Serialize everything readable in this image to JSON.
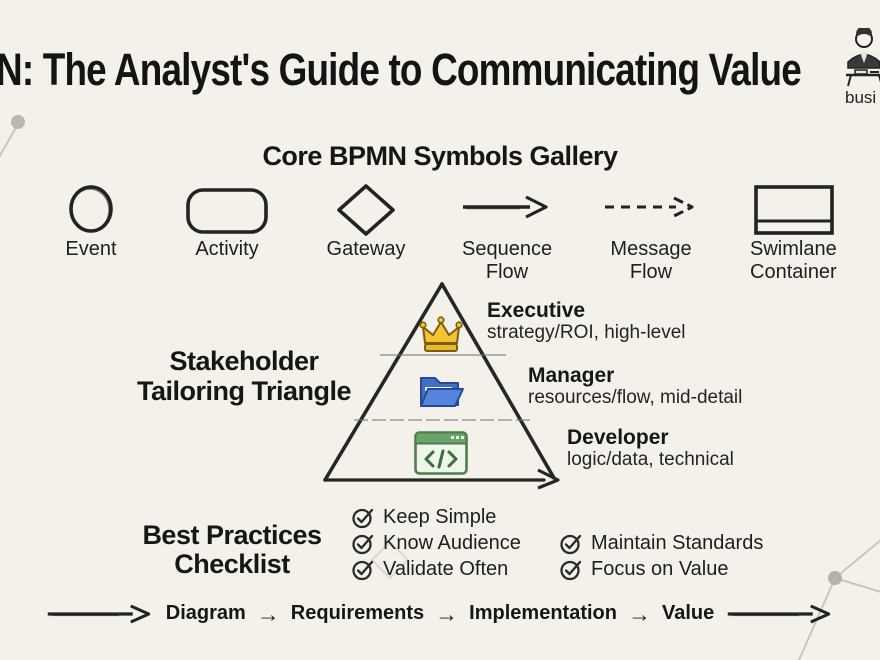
{
  "header": {
    "title": "N: The Analyst's Guide to Communicating Value",
    "corner_label": "busi"
  },
  "symbols_gallery": {
    "heading": "Core BPMN Symbols Gallery",
    "items": [
      {
        "label": "Event",
        "icon": "event-circle-icon"
      },
      {
        "label": "Activity",
        "icon": "activity-rounded-rect-icon"
      },
      {
        "label": "Gateway",
        "icon": "gateway-diamond-icon"
      },
      {
        "label": "Sequence Flow",
        "icon": "sequence-flow-arrow-icon"
      },
      {
        "label": "Message Flow",
        "icon": "message-flow-dashed-arrow-icon"
      },
      {
        "label": "Swimlane Container",
        "icon": "swimlane-container-icon"
      }
    ]
  },
  "triangle": {
    "heading_line1": "Stakeholder",
    "heading_line2": "Tailoring Triangle",
    "levels": [
      {
        "name": "Executive",
        "detail": "strategy/ROI, high-level",
        "icon": "crown-icon"
      },
      {
        "name": "Manager",
        "detail": "resources/flow, mid-detail",
        "icon": "folder-icon"
      },
      {
        "name": "Developer",
        "detail": "logic/data, technical",
        "icon": "code-window-icon"
      }
    ]
  },
  "checklist": {
    "heading_line1": "Best Practices",
    "heading_line2": "Checklist",
    "column1": [
      "Keep Simple",
      "Know Audience",
      "Validate Often"
    ],
    "column2": [
      "Maintain Standards",
      "Focus on Value"
    ]
  },
  "flow": {
    "separator": "→",
    "steps": [
      "Diagram",
      "Requirements",
      "Implementation",
      "Value"
    ]
  },
  "colors": {
    "background": "#f3f1ea",
    "ink": "#1f1f1f",
    "crown_gold": "#f2c431",
    "folder_blue": "#4d7fdc",
    "code_green": "#69a56b",
    "decoration_gray": "#c9c6c0"
  }
}
